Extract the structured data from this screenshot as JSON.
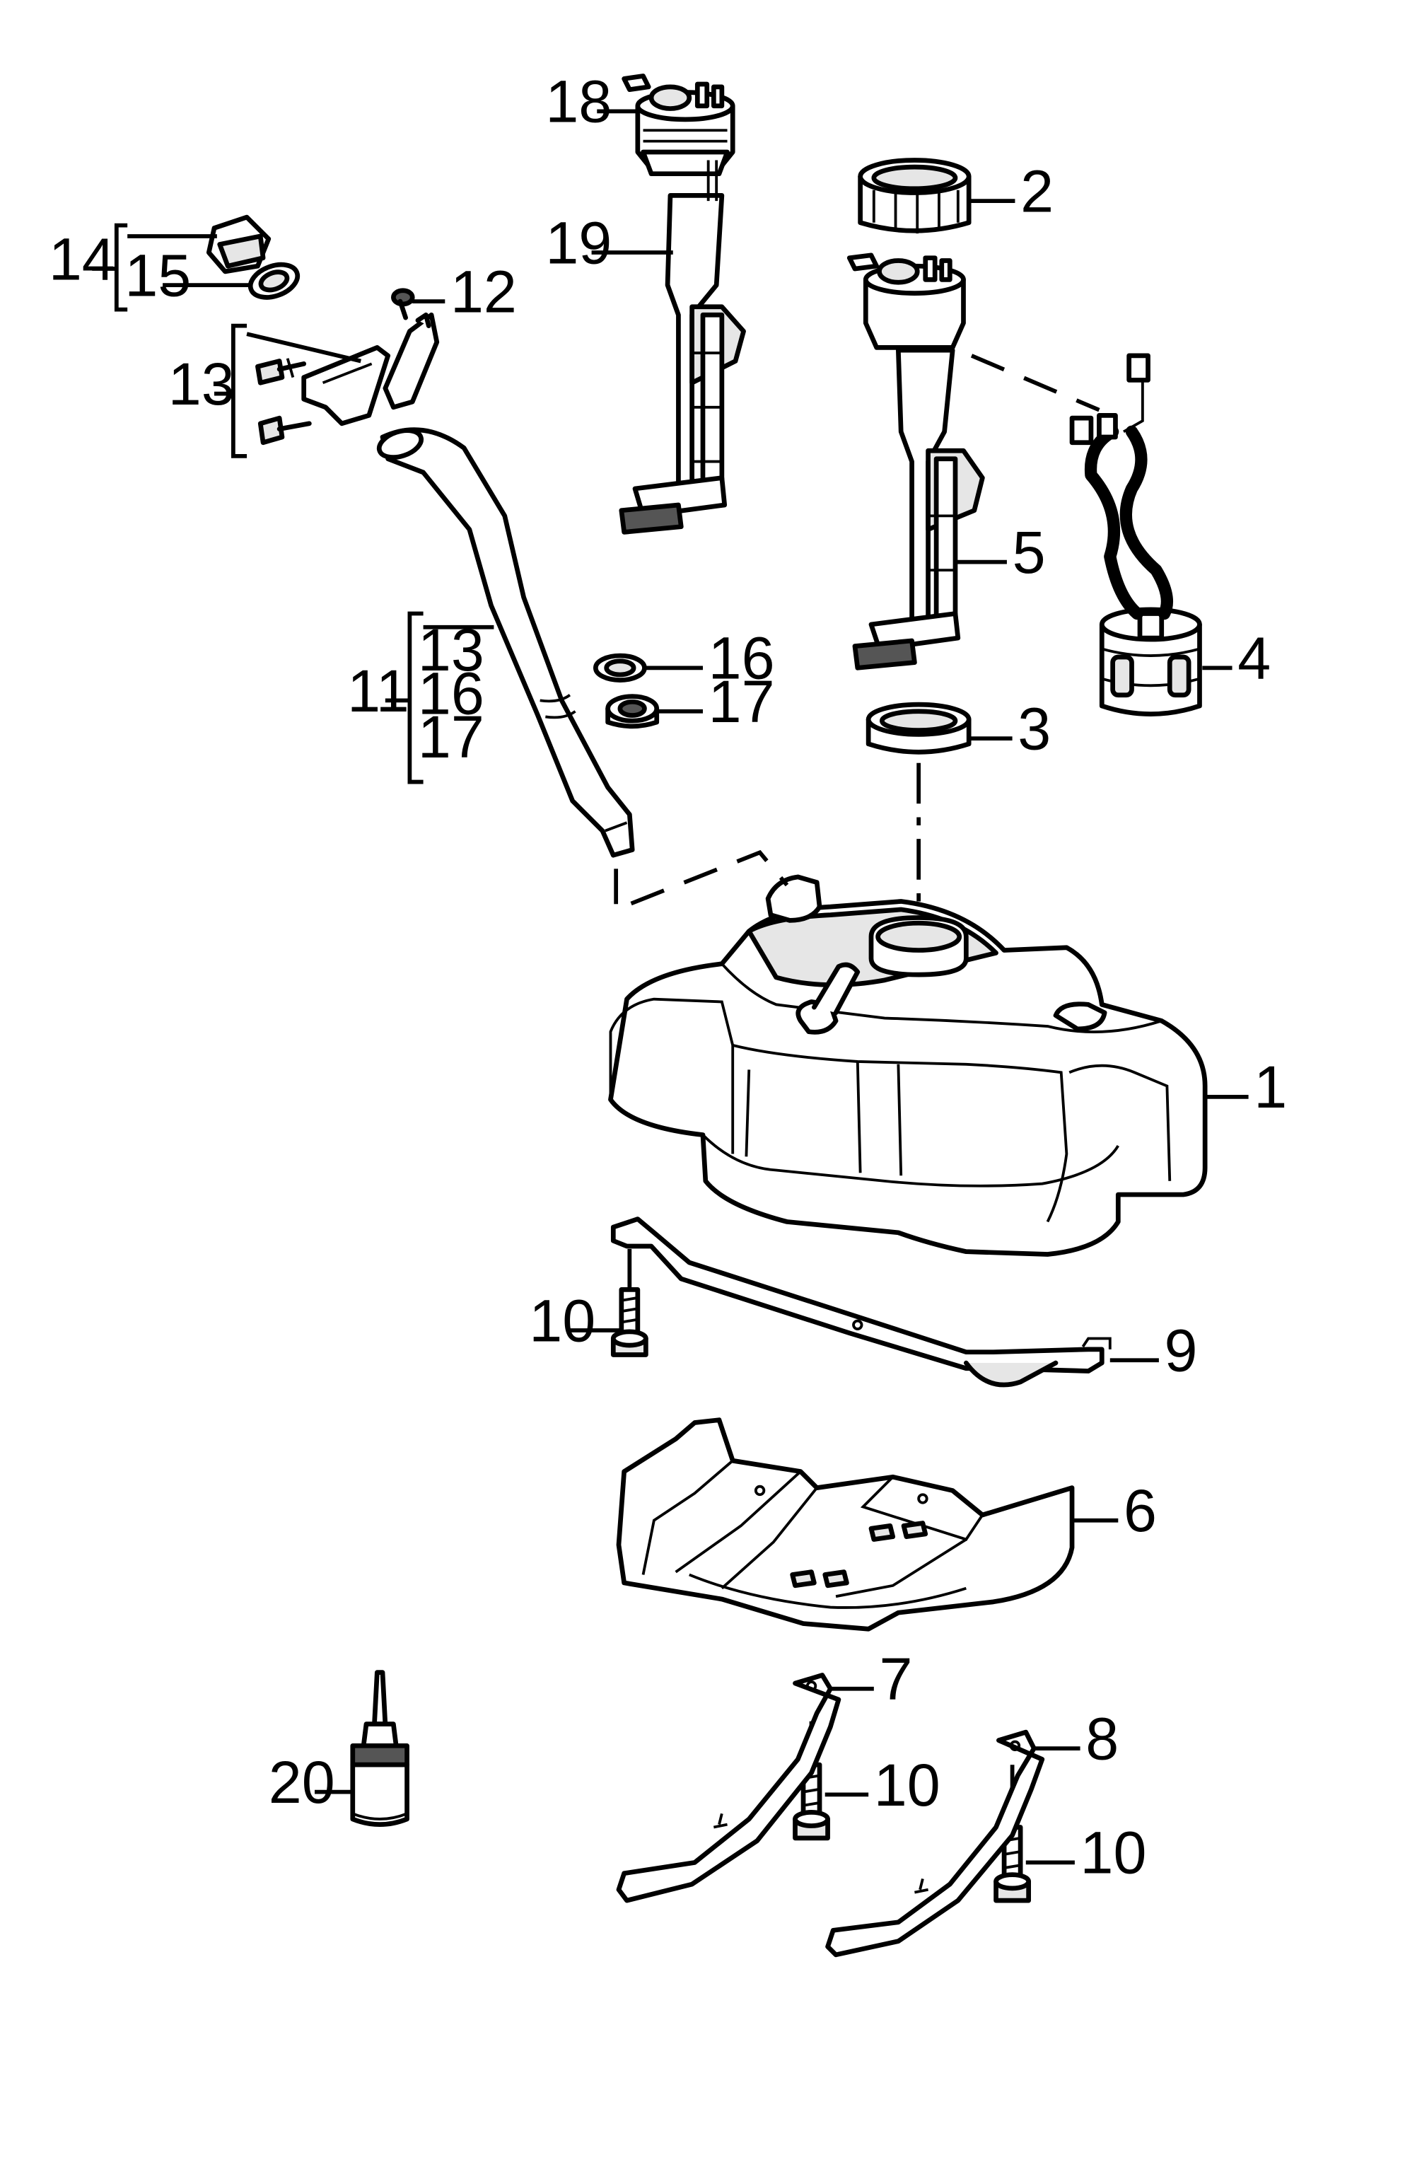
{
  "callouts": {
    "c1": "1",
    "c2": "2",
    "c3": "3",
    "c4": "4",
    "c5": "5",
    "c6": "6",
    "c7": "7",
    "c8": "8",
    "c9": "9",
    "c10a": "10",
    "c10b": "10",
    "c10c": "10",
    "c11": "11",
    "c11_13": "13",
    "c11_16": "16",
    "c11_17": "17",
    "c12": "12",
    "c13": "13",
    "c14": "14",
    "c15": "15",
    "c16": "16",
    "c17": "17",
    "c18": "18",
    "c19": "19",
    "c20": "20"
  }
}
